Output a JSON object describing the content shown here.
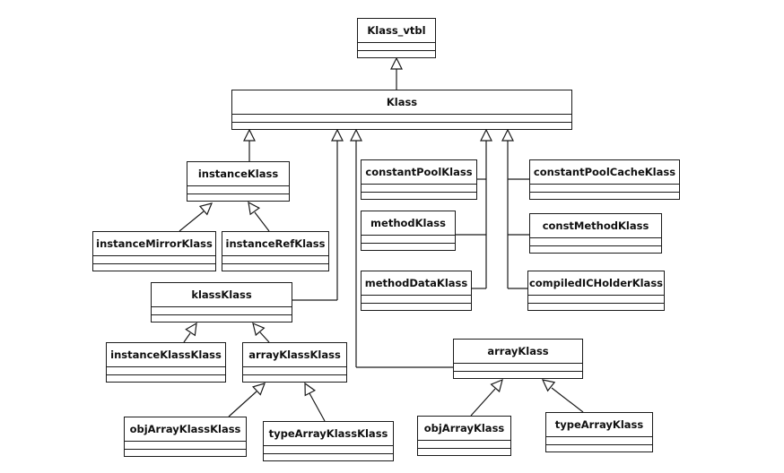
{
  "diagram": {
    "classes": {
      "klass_vtbl": "Klass_vtbl",
      "klass": "Klass",
      "instance_klass": "instanceKlass",
      "instance_mirror_klass": "instanceMirrorKlass",
      "instance_ref_klass": "instanceRefKlass",
      "klass_klass": "klassKlass",
      "instance_klass_klass": "instanceKlassKlass",
      "array_klass_klass": "arrayKlassKlass",
      "obj_array_klass_klass": "objArrayKlassKlass",
      "type_array_klass_klass": "typeArrayKlassKlass",
      "constant_pool_klass": "constantPoolKlass",
      "constant_pool_cache_klass": "constantPoolCacheKlass",
      "method_klass": "methodKlass",
      "const_method_klass": "constMethodKlass",
      "method_data_klass": "methodDataKlass",
      "compiled_ic_holder_klass": "compiledICHolderKlass",
      "array_klass": "arrayKlass",
      "obj_array_klass": "objArrayKlass",
      "type_array_klass": "typeArrayKlass"
    },
    "colors": {
      "line": "#1a1a1a",
      "box_fill": "#ffffff",
      "text": "#111111"
    }
  }
}
